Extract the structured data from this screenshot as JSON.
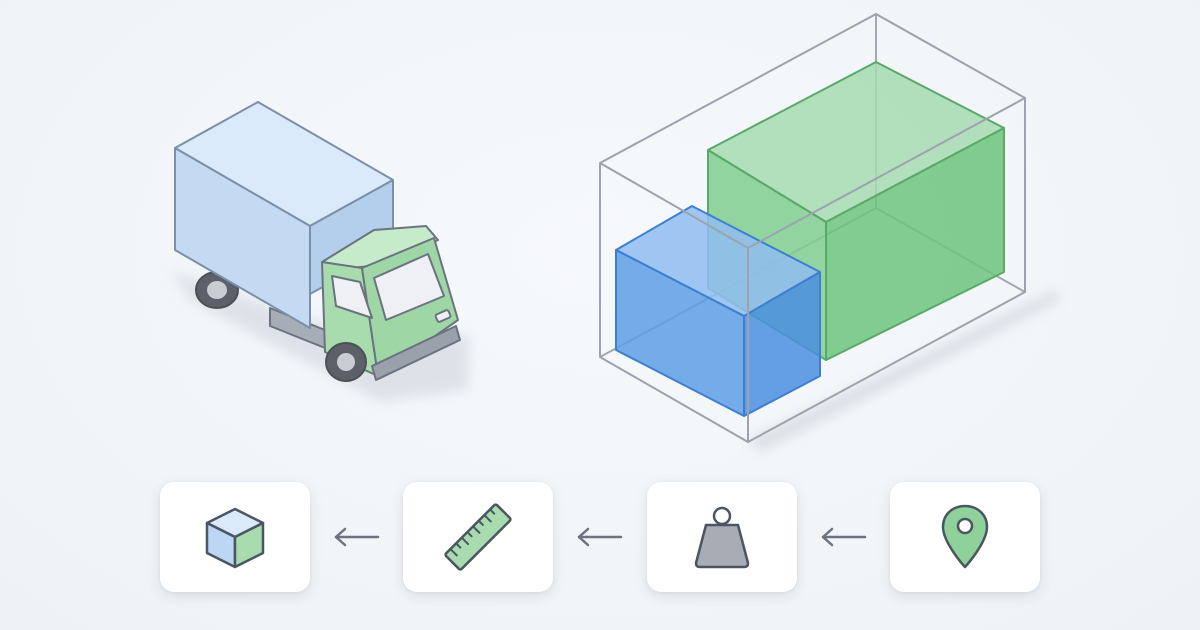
{
  "colors": {
    "background": "#f1f5f9",
    "cargo_blue_fill": "#c3daf2",
    "cargo_blue_stroke": "#7b8fa8",
    "cab_green_fill": "#a8dcae",
    "stroke_gray": "#6b7280",
    "box_green": "#6cc47d",
    "box_blue": "#4a8fe0",
    "container_stroke": "#9ca3af",
    "icon_weight": "#a8adb5",
    "icon_pin": "#8fd19b"
  },
  "scene": {
    "vehicle": "delivery-truck",
    "container": "transparent-cargo-container",
    "packed_boxes": [
      "large-green-box",
      "small-blue-box"
    ]
  },
  "steps": [
    {
      "id": "package",
      "icon": "cube-icon"
    },
    {
      "id": "measure",
      "icon": "ruler-icon"
    },
    {
      "id": "weigh",
      "icon": "weight-icon"
    },
    {
      "id": "location",
      "icon": "location-pin-icon"
    }
  ],
  "connectors": [
    {
      "icon": "arrow-left-icon"
    },
    {
      "icon": "arrow-left-icon"
    },
    {
      "icon": "arrow-left-icon"
    }
  ]
}
